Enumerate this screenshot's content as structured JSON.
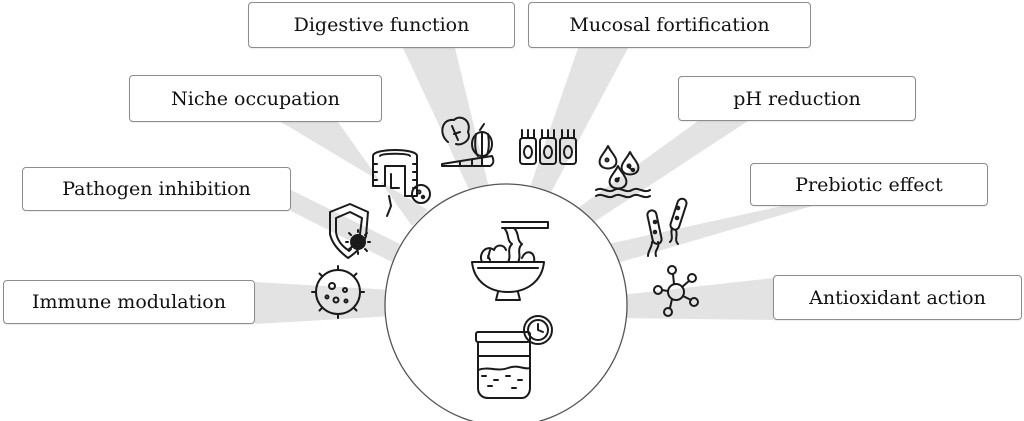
{
  "diagram": {
    "benefits": [
      {
        "id": "immune",
        "label": "Immune modulation",
        "icon": "immune-cell-icon"
      },
      {
        "id": "pathogen",
        "label": "Pathogen inhibition",
        "icon": "shield-virus-icon"
      },
      {
        "id": "niche",
        "label": "Niche occupation",
        "icon": "intestine-icon"
      },
      {
        "id": "digestive",
        "label": "Digestive function",
        "icon": "vegetables-icon"
      },
      {
        "id": "mucosal",
        "label": "Mucosal fortification",
        "icon": "epithelial-cells-icon"
      },
      {
        "id": "ph",
        "label": "pH reduction",
        "icon": "acid-drops-icon"
      },
      {
        "id": "prebiotic",
        "label": "Prebiotic effect",
        "icon": "bacteria-icon"
      },
      {
        "id": "antioxidant",
        "label": "Antioxidant action",
        "icon": "molecule-icon"
      }
    ],
    "center_icons": [
      "kimchi-bowl-icon",
      "fermentation-jar-timer-icon"
    ],
    "colors": {
      "ray": "#e3e3e3",
      "box_border": "#8c8c8c",
      "circle_border": "#555555",
      "icon_stroke": "#1a1a1a"
    }
  }
}
